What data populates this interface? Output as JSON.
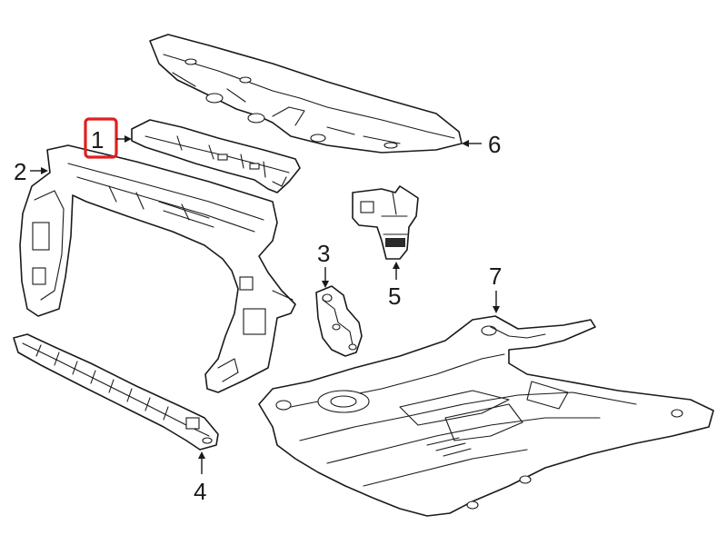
{
  "diagram": {
    "highlight_color": "#e01f1f",
    "line_color": "#1a1a1a",
    "highlighted_callout": "1",
    "callouts": [
      {
        "id": "callout-1",
        "label": "1"
      },
      {
        "id": "callout-2",
        "label": "2"
      },
      {
        "id": "callout-3",
        "label": "3"
      },
      {
        "id": "callout-4",
        "label": "4"
      },
      {
        "id": "callout-5",
        "label": "5"
      },
      {
        "id": "callout-6",
        "label": "6"
      },
      {
        "id": "callout-7",
        "label": "7"
      }
    ]
  }
}
